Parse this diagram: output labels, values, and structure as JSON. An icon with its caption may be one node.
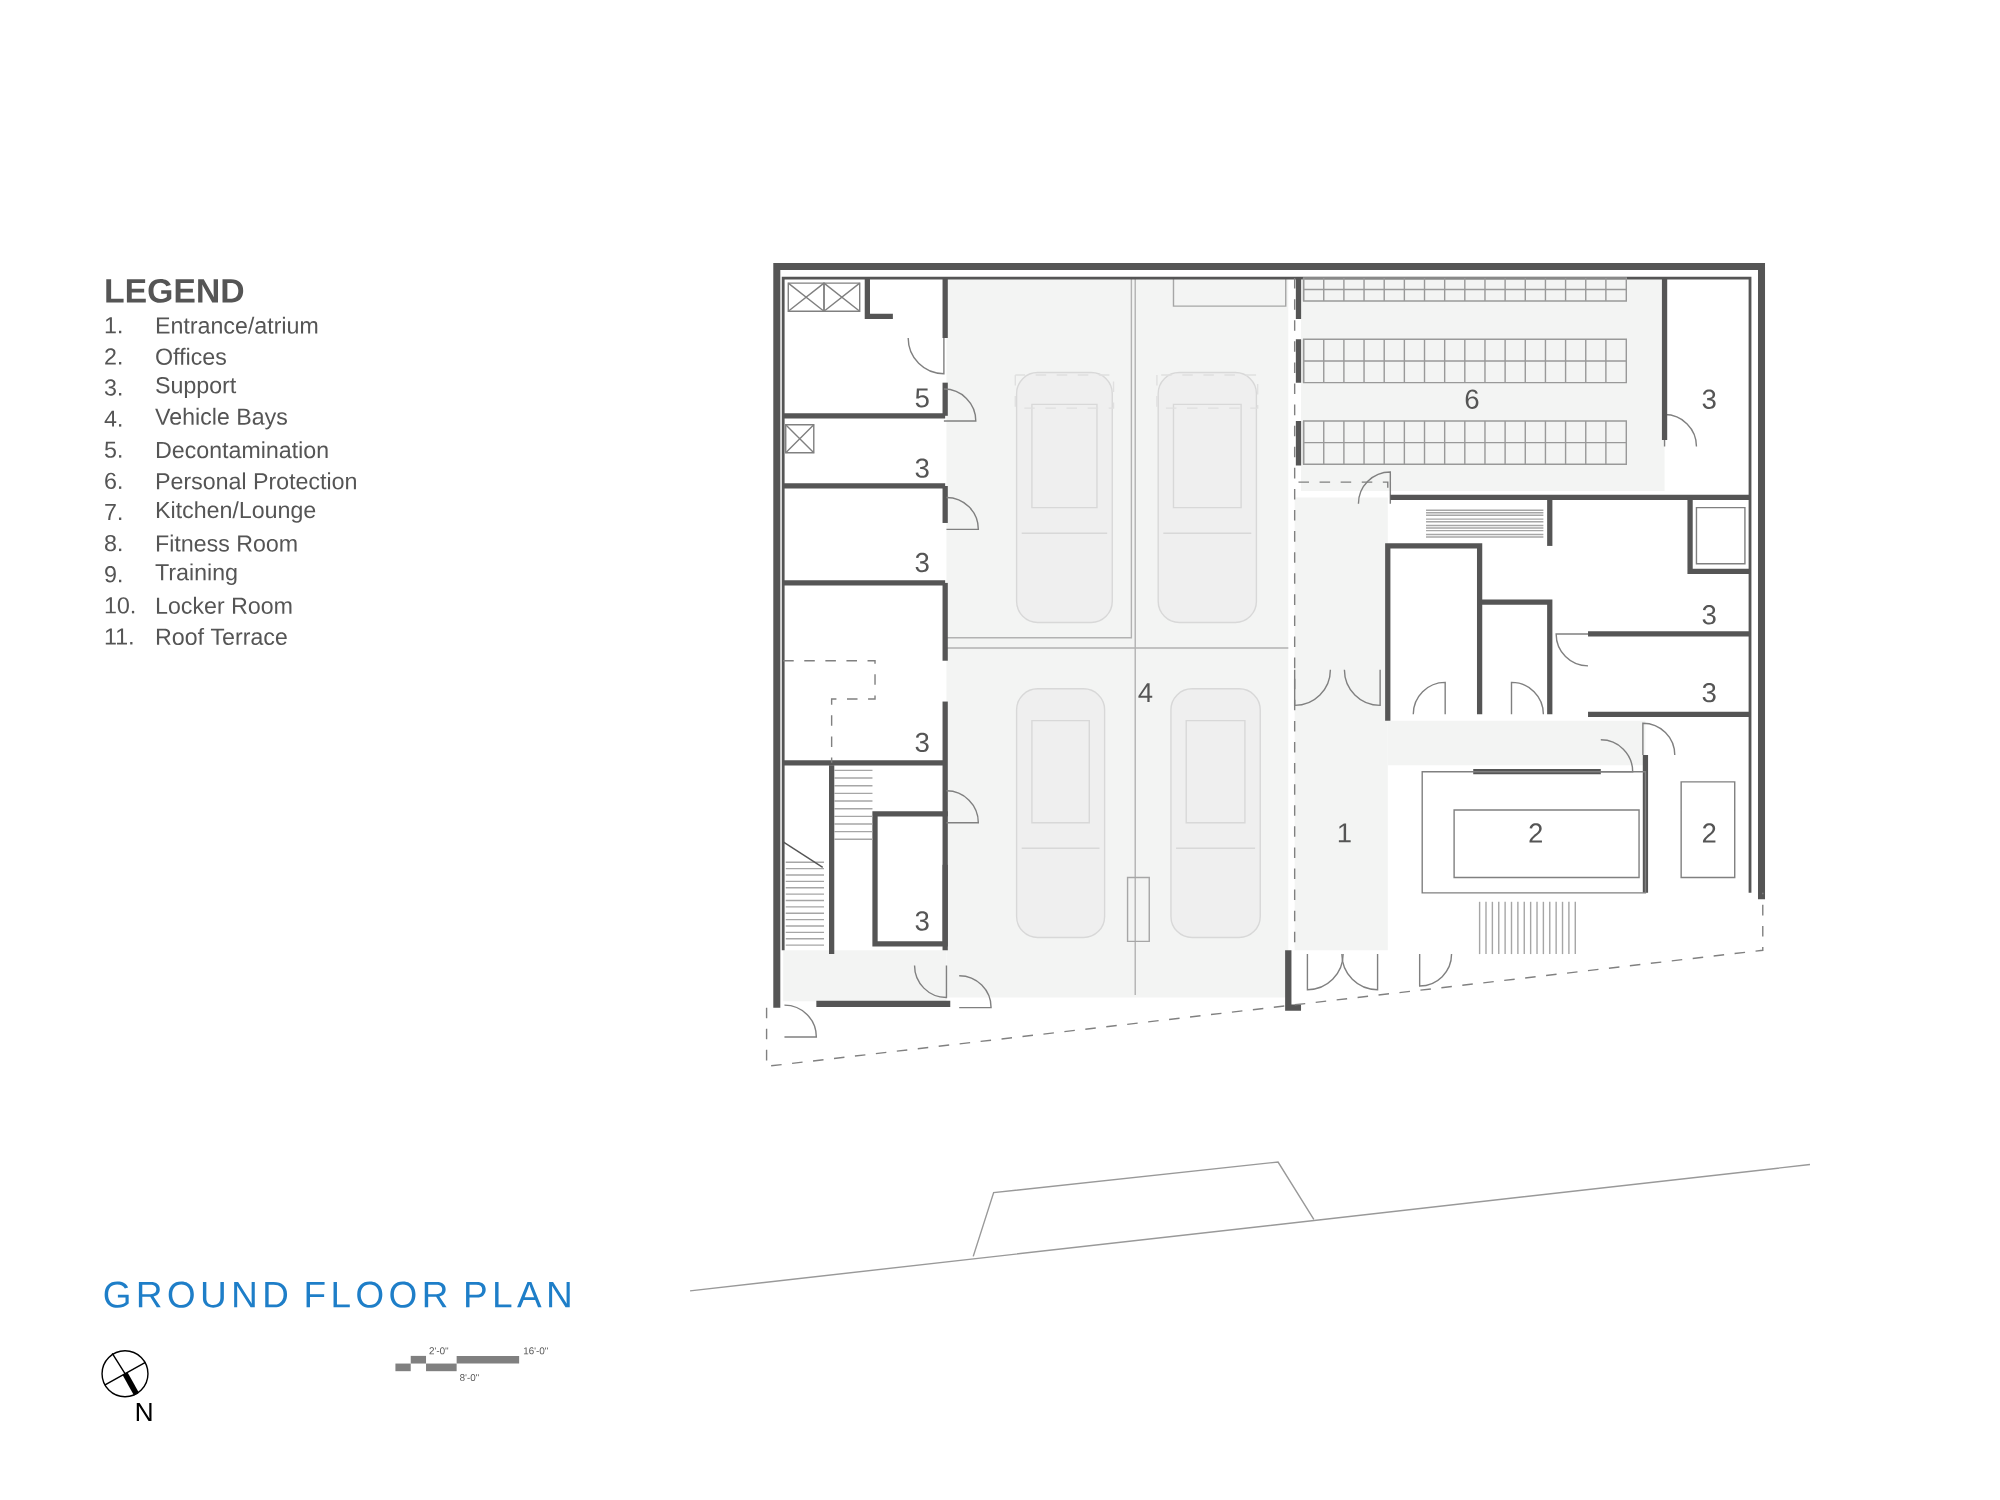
{
  "diagram": {
    "title": "GROUND FLOOR PLAN",
    "labels": [
      "LEGEND",
      "1.",
      "Entrance/atrium",
      "2.",
      "Offices",
      "3.",
      "Support",
      "4.",
      "Vehicle Bays",
      "5.",
      "Decontamination",
      "6.",
      "Personal Protection",
      "7.",
      "Kitchen/Lounge",
      "8.",
      "Fitness Room",
      "9.",
      "Training",
      "10.",
      "Locker Room",
      "11.",
      "Roof Terrace",
      "5",
      "3",
      "3",
      "3",
      "3",
      "4",
      "6",
      "3",
      "3",
      "3",
      "1",
      "2",
      "2",
      "2'-0\"",
      "8'-0\"",
      "16'-0\"",
      "N"
    ]
  }
}
